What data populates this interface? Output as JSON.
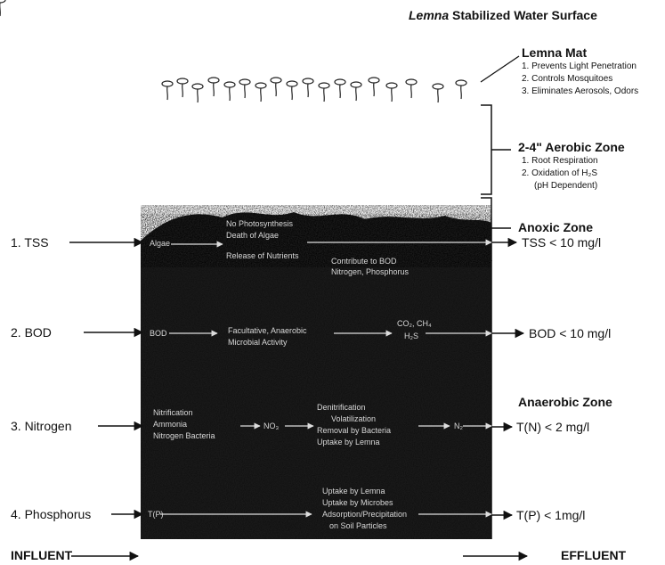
{
  "title": {
    "italic": "Lemna",
    "rest": "Stabilized Water Surface"
  },
  "lemna_mat": {
    "heading": "Lemna Mat",
    "items": [
      "1. Prevents Light Penetration",
      "2. Controls Mosquitoes",
      "3. Eliminates Aerosols, Odors"
    ]
  },
  "aerobic": {
    "heading": "2-4\" Aerobic Zone",
    "items": [
      "1. Root Respiration",
      "2. Oxidation of H₂S",
      "(pH Dependent)"
    ]
  },
  "anoxic": {
    "heading": "Anoxic Zone"
  },
  "anaerobic": {
    "heading": "Anaerobic Zone"
  },
  "rows": {
    "tss": {
      "label": "1. TSS",
      "result": "TSS < 10 mg/l",
      "source": "Algae",
      "process": [
        "No Photosynthesis",
        "Death of Algae",
        "Release of Nutrients"
      ],
      "note": [
        "Contribute to BOD",
        "Nitrogen, Phosphorus"
      ]
    },
    "bod": {
      "label": "2. BOD",
      "result": "BOD < 10 mg/l",
      "source": "BOD",
      "process": [
        "Facultative, Anaerobic",
        "Microbial Activity"
      ],
      "product": [
        "CO₂, CH₄",
        "H₂S"
      ]
    },
    "nitrogen": {
      "label": "3. Nitrogen",
      "result": "T(N) < 2 mg/l",
      "source": [
        "Nitrification",
        "Ammonia",
        "Nitrogen Bacteria"
      ],
      "mid": "NO₃",
      "process": [
        "Denitrification",
        "Volatilization",
        "Removal by Bacteria",
        "Uptake by Lemna"
      ],
      "product": "N₂"
    },
    "phosphorus": {
      "label": "4. Phosphorus",
      "result": "T(P) < 1mg/l",
      "source": "T(P)",
      "process": [
        "Uptake by Lemna",
        "Uptake by Microbes",
        "Adsorption/Precipitation",
        "on Soil Particles"
      ]
    }
  },
  "footer": {
    "influent": "INFLUENT",
    "effluent": "EFFLUENT"
  }
}
